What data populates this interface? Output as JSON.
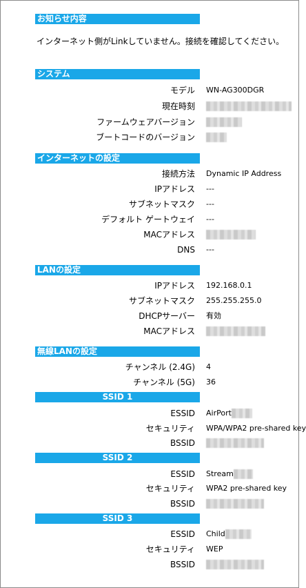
{
  "notice": {
    "title": "お知らせ内容",
    "message": "インターネット側がLinkしていません。接続を確認してください。"
  },
  "system": {
    "title": "システム",
    "rows": [
      {
        "label": "モデル",
        "value": "WN-AG300DGR"
      },
      {
        "label": "現在時刻",
        "value": ""
      },
      {
        "label": "ファームウェアバージョン",
        "value": ""
      },
      {
        "label": "ブートコードのバージョン",
        "value": ""
      }
    ]
  },
  "internet": {
    "title": "インターネットの設定",
    "rows": [
      {
        "label": "接続方法",
        "value": "Dynamic IP Address"
      },
      {
        "label": "IPアドレス",
        "value": "---"
      },
      {
        "label": "サブネットマスク",
        "value": "---"
      },
      {
        "label": "デフォルト ゲートウェイ",
        "value": "---"
      },
      {
        "label": "MACアドレス",
        "value": ""
      },
      {
        "label": "DNS",
        "value": "---"
      }
    ]
  },
  "lan": {
    "title": "LANの設定",
    "rows": [
      {
        "label": "IPアドレス",
        "value": "192.168.0.1"
      },
      {
        "label": "サブネットマスク",
        "value": "255.255.255.0"
      },
      {
        "label": "DHCPサーバー",
        "value": "有効"
      },
      {
        "label": "MACアドレス",
        "value": ""
      }
    ]
  },
  "wireless": {
    "title": "無線LANの設定",
    "rows": [
      {
        "label": "チャンネル (2.4G)",
        "value": "4"
      },
      {
        "label": "チャンネル (5G)",
        "value": "36"
      }
    ],
    "ssids": [
      {
        "title": "SSID 1",
        "essid_label": "ESSID",
        "essid": "AirPort",
        "security_label": "セキュリティ",
        "security": "WPA/WPA2 pre-shared key",
        "bssid_label": "BSSID"
      },
      {
        "title": "SSID 2",
        "essid_label": "ESSID",
        "essid": "Stream",
        "security_label": "セキュリティ",
        "security": "WPA2 pre-shared key",
        "bssid_label": "BSSID"
      },
      {
        "title": "SSID 3",
        "essid_label": "ESSID",
        "essid": "Child",
        "security_label": "セキュリティ",
        "security": "WEP",
        "bssid_label": "BSSID"
      }
    ]
  }
}
